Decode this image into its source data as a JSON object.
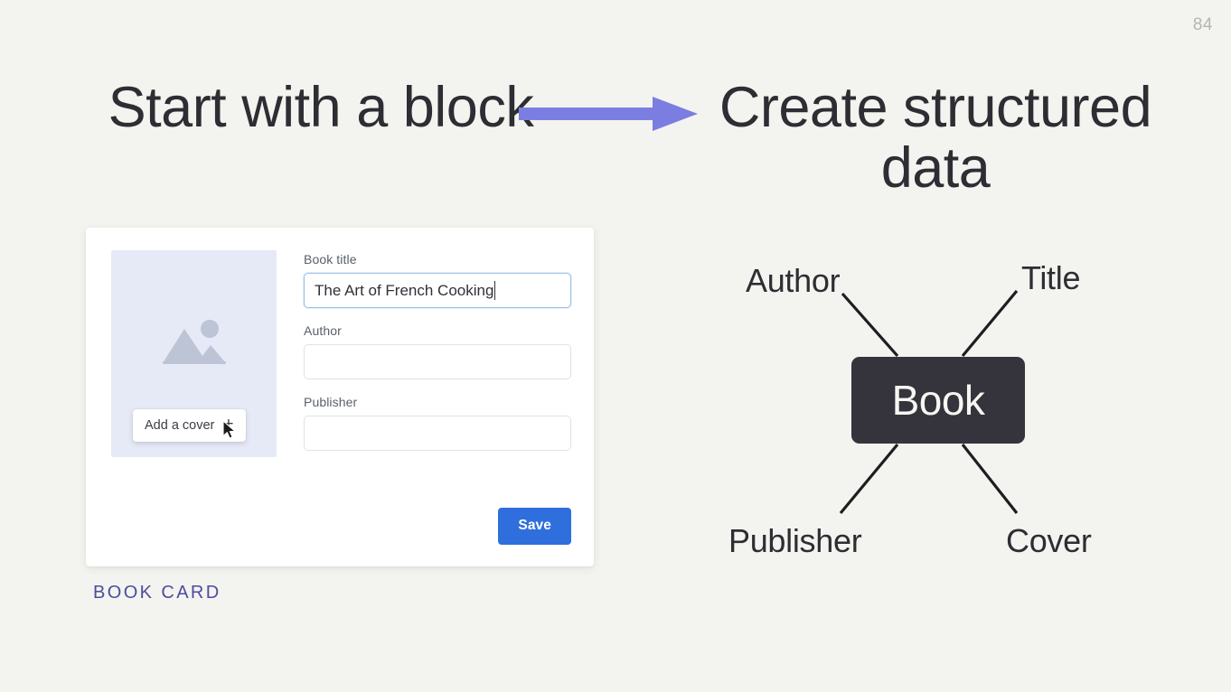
{
  "slide": {
    "page_number": "84",
    "background_color": "#f3f4ef"
  },
  "left_panel": {
    "heading": "Start with a block",
    "caption": "BOOK CARD",
    "caption_color": "#4f4b9e"
  },
  "arrow": {
    "icon": "arrow-right-icon",
    "color": "#7b7ee0"
  },
  "right_panel": {
    "heading": "Create structured data"
  },
  "card": {
    "cover": {
      "icon": "image-placeholder-icon",
      "background_color": "#e6eaf6",
      "icon_color": "#bcc4d6",
      "add_cover_label": "Add a cover",
      "add_cover_plus": "+"
    },
    "fields": [
      {
        "label": "Book title",
        "value": "The Art of French Cooking",
        "focused": true
      },
      {
        "label": "Author",
        "value": "",
        "focused": false
      },
      {
        "label": "Publisher",
        "value": "",
        "focused": false
      }
    ],
    "save_label": "Save",
    "save_color": "#2e6fdd"
  },
  "diagram": {
    "node_label": "Book",
    "node_color": "#35333b",
    "labels": [
      {
        "name": "author",
        "text": "Author"
      },
      {
        "name": "title",
        "text": "Title"
      },
      {
        "name": "publisher",
        "text": "Publisher"
      },
      {
        "name": "cover",
        "text": "Cover"
      }
    ]
  }
}
